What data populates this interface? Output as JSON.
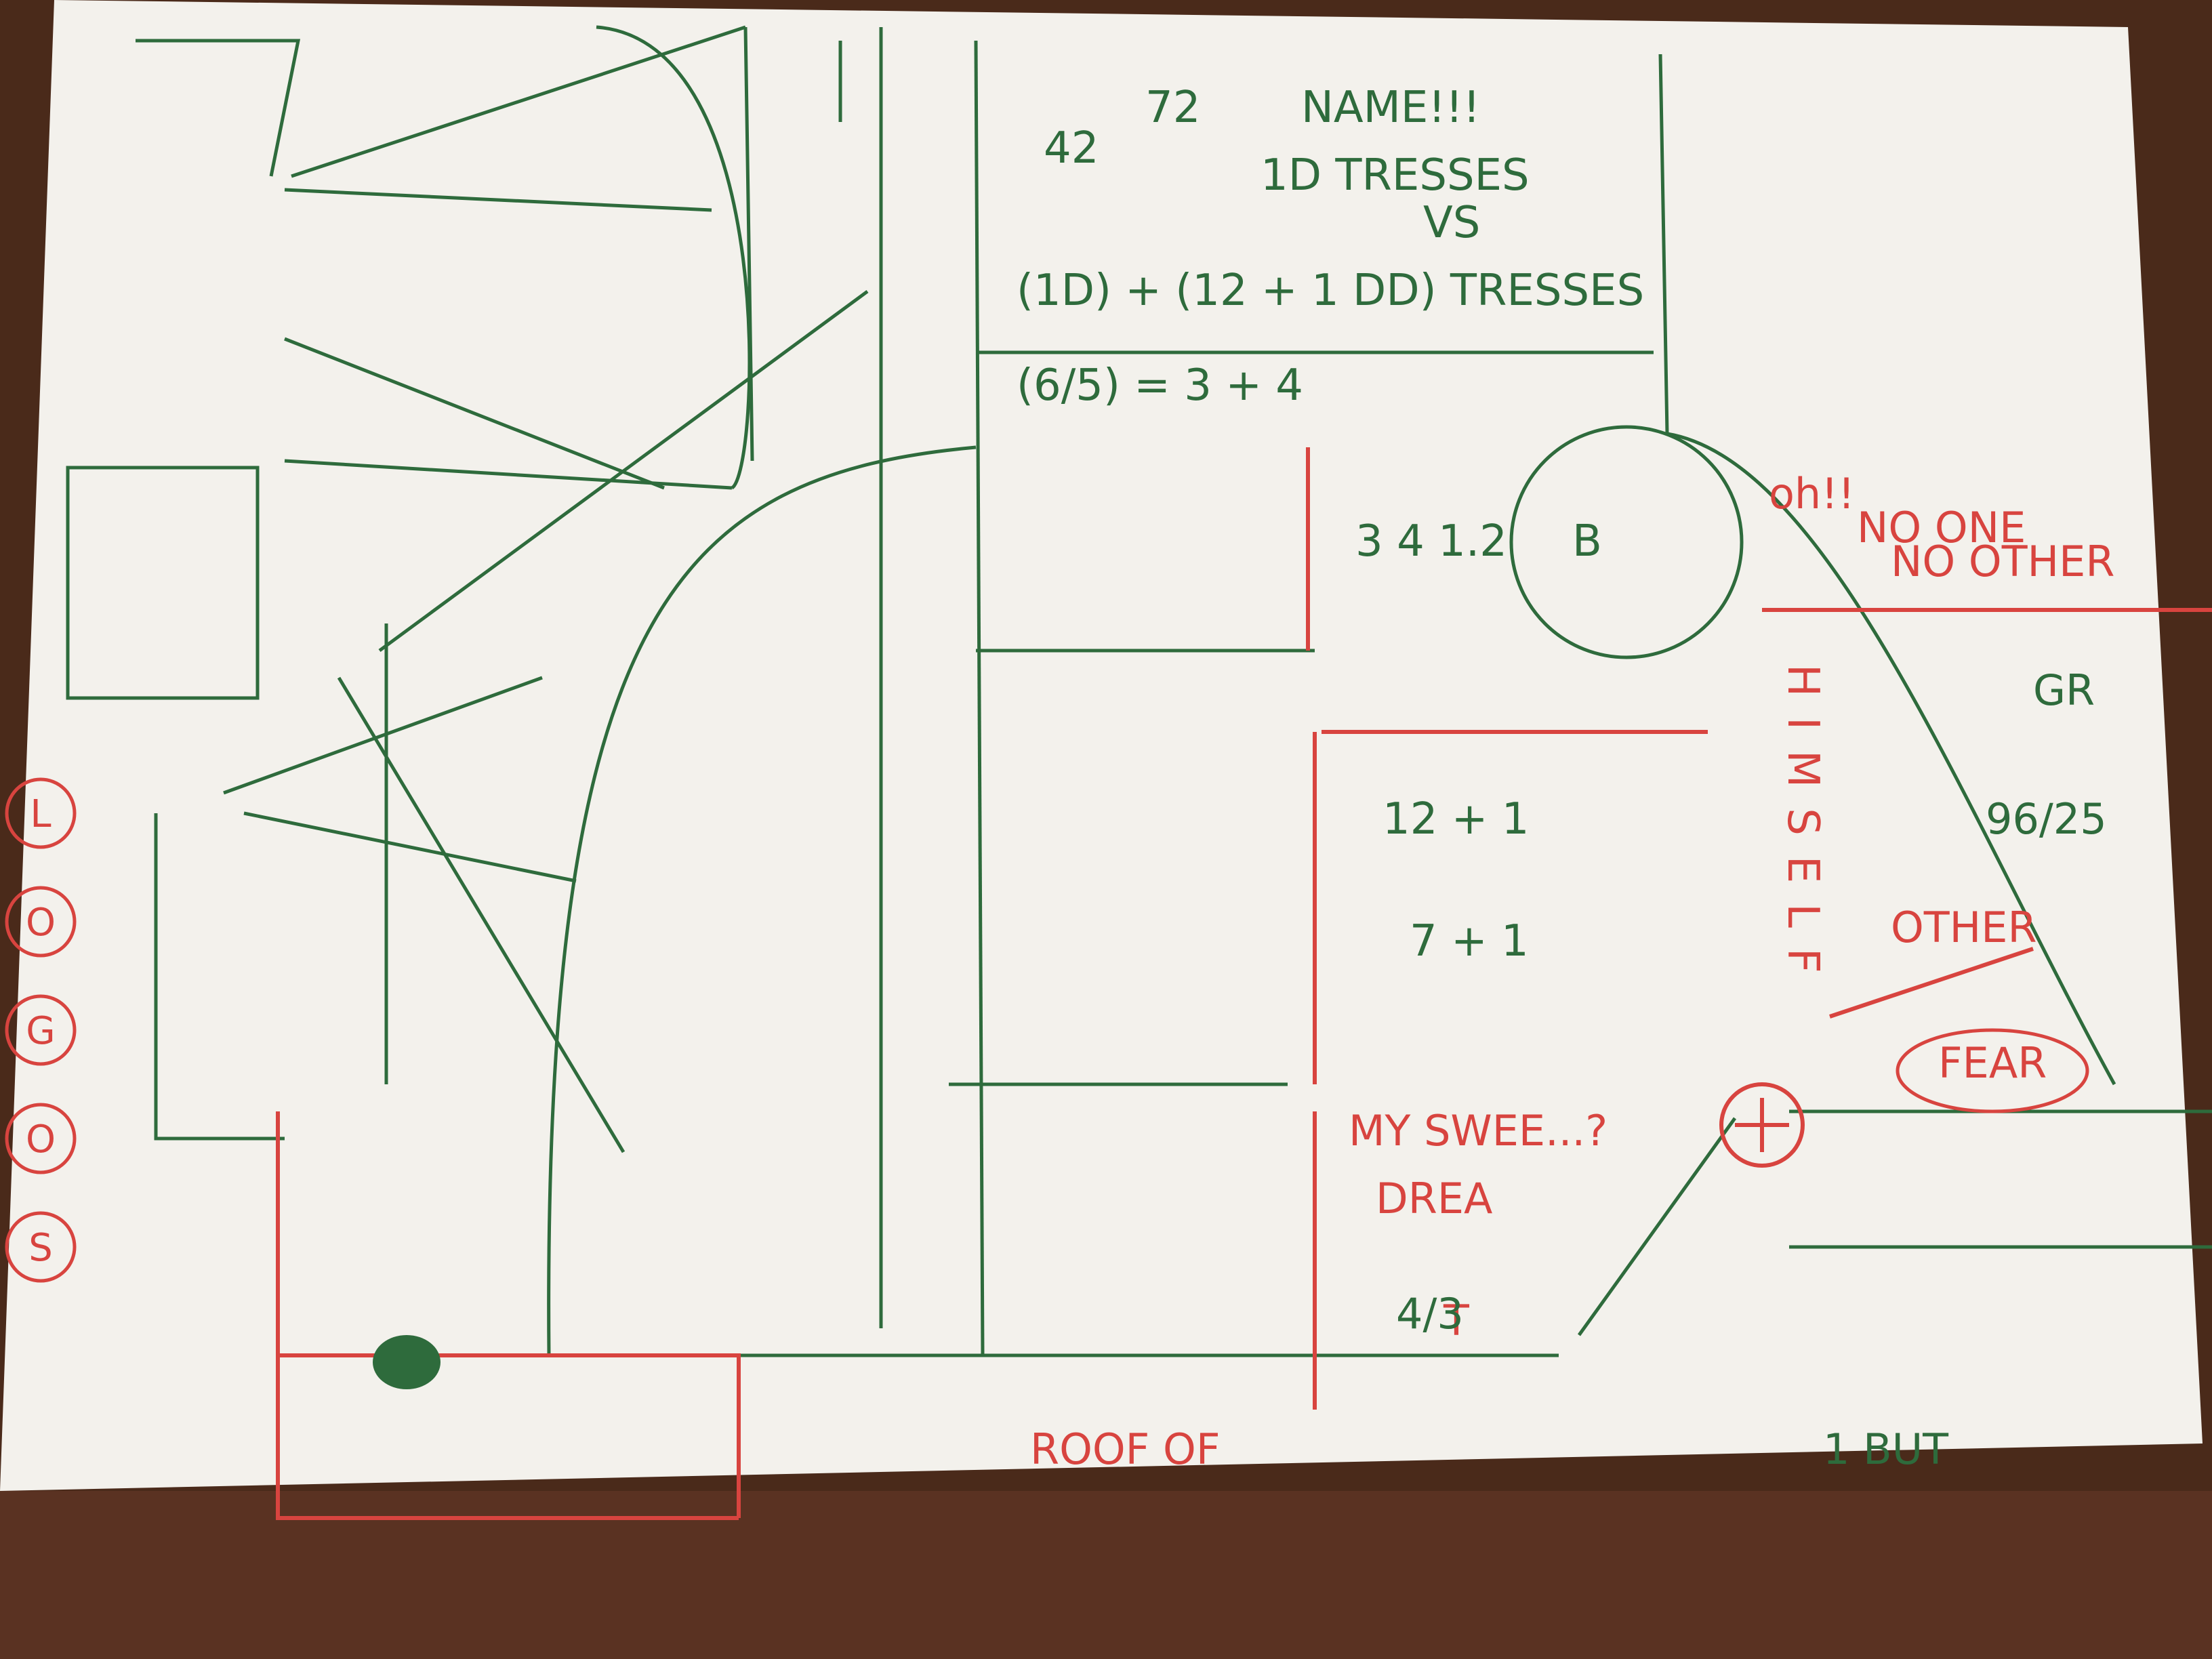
{
  "colors": {
    "green_ink": "#2e6b3c",
    "red_ink": "#d8443f",
    "paper": "#f3f1ec",
    "desk_dark": "#3b1e12",
    "desk_light": "#7a4a30"
  },
  "header": {
    "name_label": "NAME!!!",
    "label_72": "72",
    "label_42": "42",
    "tresses_line1": "1D TRESSES",
    "tresses_vs": "VS",
    "tresses_line2": "(1D) + (12 + 1 DD) TRESSES",
    "equation_line": "(6/5) = 3 + 4"
  },
  "center": {
    "box_3412": "3 4\n1.2",
    "box_b": "B",
    "box_12_1": "12 + 1",
    "box_7_1": "7 + 1",
    "my_swee": "MY SWEE...?",
    "drea": "DREA",
    "roof_of": "ROOF OF",
    "t_label": "T",
    "four_thirds": "4/3"
  },
  "right": {
    "no_one": "NO ONE",
    "no_other": "NO OTHER",
    "oh": "oh!!",
    "himself": "HIMSELF",
    "other": "OTHER",
    "fear": "FEAR",
    "one_but": "1 BUT",
    "gr": "GR",
    "fraction": "96/25"
  },
  "left_column": {
    "red_circles": [
      "L",
      "O",
      "G",
      "O",
      "S"
    ]
  }
}
